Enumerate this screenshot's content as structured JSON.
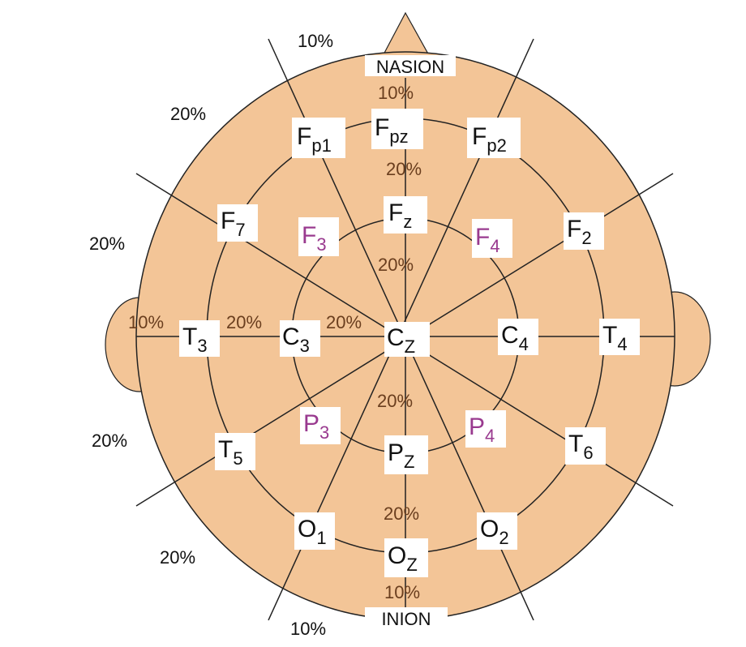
{
  "landmarks": {
    "nasion": "NASION",
    "inion": "INION"
  },
  "electrodes": {
    "fp1": {
      "base": "F",
      "sub": "p1"
    },
    "fpz": {
      "base": "F",
      "sub": "pz"
    },
    "fp2": {
      "base": "F",
      "sub": "p2"
    },
    "f7": {
      "base": "F",
      "sub": "7"
    },
    "f3": {
      "base": "F",
      "sub": "3"
    },
    "fz": {
      "base": "F",
      "sub": "z"
    },
    "f4": {
      "base": "F",
      "sub": "4"
    },
    "f2": {
      "base": "F",
      "sub": "2"
    },
    "t3": {
      "base": "T",
      "sub": "3"
    },
    "c3": {
      "base": "C",
      "sub": "3"
    },
    "cz": {
      "base": "C",
      "sub": "Z"
    },
    "c4": {
      "base": "C",
      "sub": "4"
    },
    "t4": {
      "base": "T",
      "sub": "4"
    },
    "t5": {
      "base": "T",
      "sub": "5"
    },
    "p3": {
      "base": "P",
      "sub": "3"
    },
    "pz": {
      "base": "P",
      "sub": "Z"
    },
    "p4": {
      "base": "P",
      "sub": "4"
    },
    "t6": {
      "base": "T",
      "sub": "6"
    },
    "o1": {
      "base": "O",
      "sub": "1"
    },
    "oz": {
      "base": "O",
      "sub": "Z"
    },
    "o2": {
      "base": "O",
      "sub": "2"
    }
  },
  "percentages": {
    "outer_top": "10%",
    "outer_upper_left": "20%",
    "outer_left_mid_upper": "20%",
    "outer_left_mid_lower": "20%",
    "outer_lower_left": "20%",
    "outer_bottom": "10%",
    "midline_nasion": "10%",
    "midline_fpz_fz": "20%",
    "midline_fz_cz": "20%",
    "midline_cz_pz": "20%",
    "midline_pz_oz": "20%",
    "midline_inion": "10%",
    "horiz_t3_edge": "10%",
    "horiz_t3_c3": "20%",
    "horiz_c3_cz": "20%"
  },
  "colors": {
    "head_fill": "#f3c597",
    "line": "#222222",
    "electrode_box": "#ffffff",
    "highlight_electrode_text": "#993a8f",
    "inner_percent_text": "#6a3e1e"
  }
}
